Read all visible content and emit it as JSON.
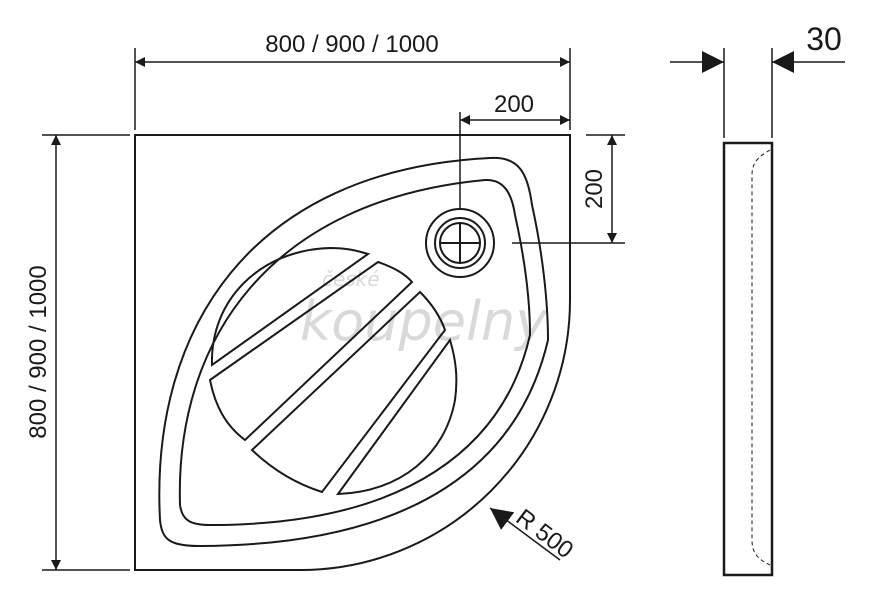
{
  "dimensions": {
    "top_width": "800 / 900 / 1000",
    "left_height": "800 / 900 / 1000",
    "drain_offset_x": "200",
    "drain_offset_y": "200",
    "thickness": "30",
    "radius": "R 500"
  },
  "watermark": {
    "line1": "české",
    "line2": "koupelny"
  },
  "colors": {
    "line": "#1a1a1a",
    "watermark": "#d9d9d9"
  }
}
